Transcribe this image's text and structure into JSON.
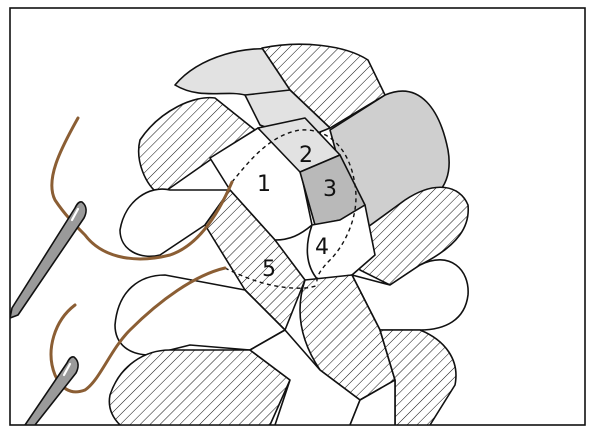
{
  "labels": {
    "one": "1",
    "two": "2",
    "three": "3",
    "four": "4",
    "five": "5"
  },
  "colors": {
    "background": "#ffffff",
    "outline": "#111111",
    "strip_white": "#ffffff",
    "strip_light_gray": "#e2e2e2",
    "strip_medium_gray": "#cfcfcf",
    "square_3_gray": "#b9b9b9",
    "thread": "#8b5e34",
    "needle_body": "#9a9a9a",
    "needle_highlight": "#ffffff"
  },
  "icons": {
    "needle_upper": "sewing-needle-icon",
    "needle_lower": "sewing-needle-icon"
  }
}
